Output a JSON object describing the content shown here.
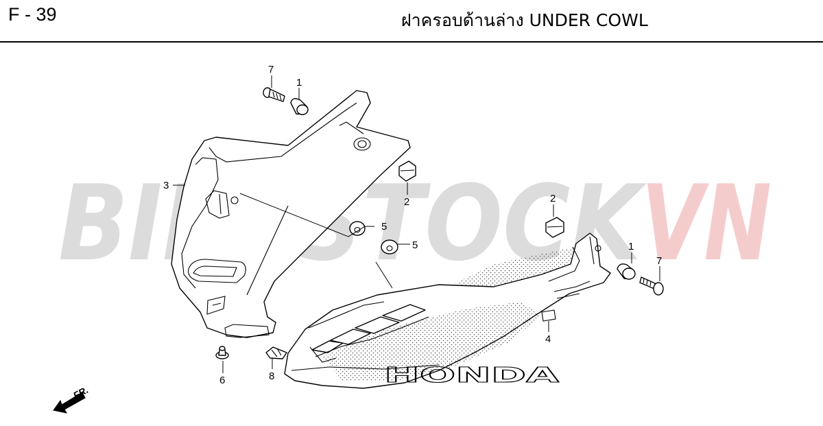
{
  "header": {
    "page_code": "F - 39",
    "title": "ฝาครอบด้านล่าง  UNDER COWL"
  },
  "watermark": {
    "text_main": "BIKESTOCK",
    "text_accent": "VN",
    "color_main": "#dcdcdc",
    "color_accent": "#f5cccc"
  },
  "brand_mark": {
    "text": "HONDA"
  },
  "direction_marker": {
    "label": "FR."
  },
  "callouts": {
    "c1a": "1",
    "c1b": "1",
    "c2a": "2",
    "c2b": "2",
    "c3": "3",
    "c4": "4",
    "c5a": "5",
    "c5b": "5",
    "c6": "6",
    "c7a": "7",
    "c7b": "7",
    "c8": "8"
  }
}
